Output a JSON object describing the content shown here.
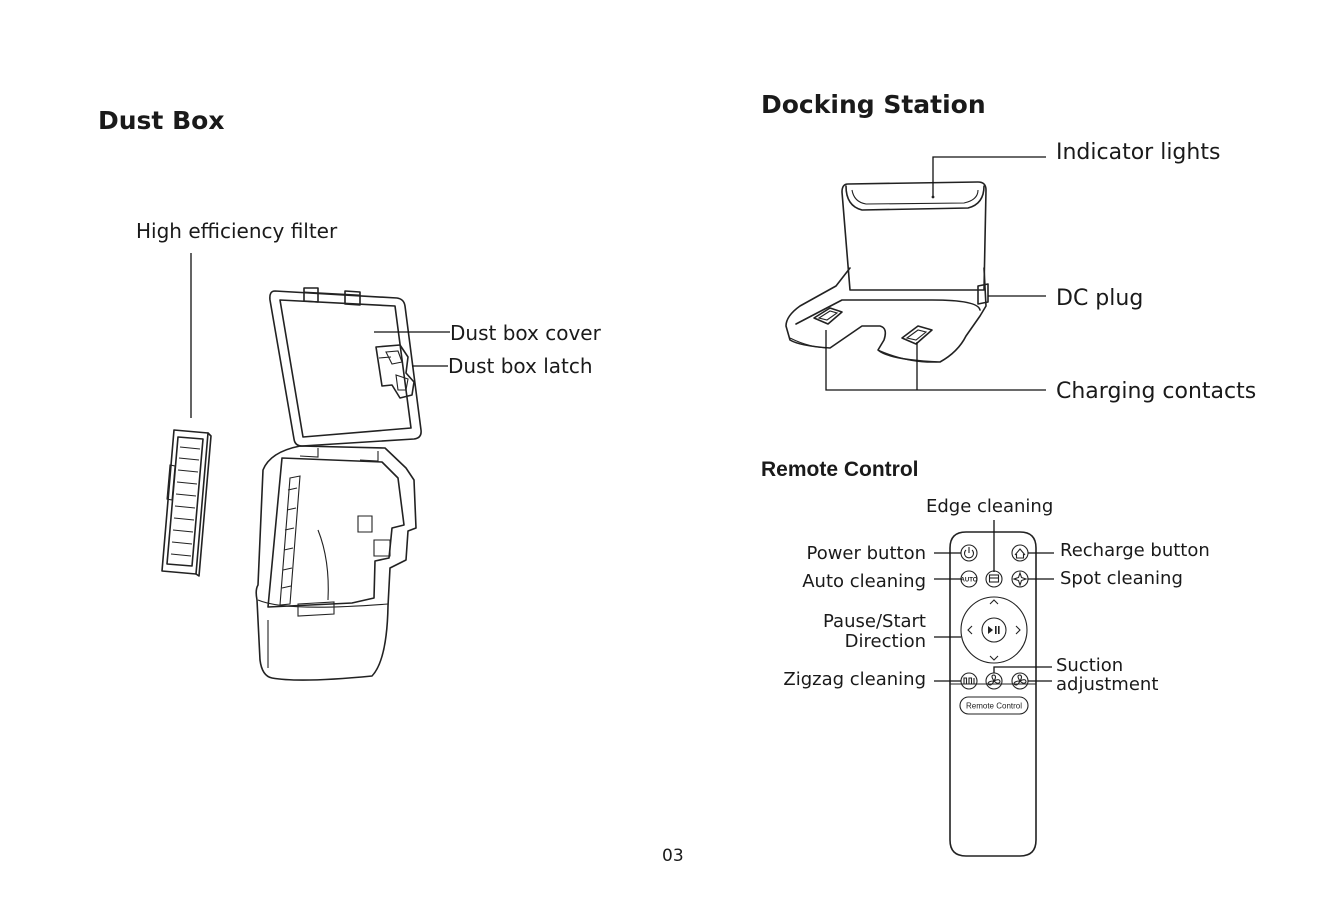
{
  "dust_box": {
    "title": "Dust Box",
    "labels": {
      "filter": "High efficiency filter",
      "cover": "Dust box cover",
      "latch": "Dust box latch"
    }
  },
  "docking_station": {
    "title": "Docking Station",
    "labels": {
      "indicator": "Indicator lights",
      "dc_plug": "DC plug",
      "contacts": "Charging contacts"
    }
  },
  "remote_control": {
    "title": "Remote Control",
    "device_label": "Remote Control",
    "labels": {
      "edge": "Edge cleaning",
      "power": "Power button",
      "auto": "Auto cleaning",
      "recharge": "Recharge button",
      "spot": "Spot cleaning",
      "pause_start": "Pause/Start",
      "direction": "Direction",
      "zigzag": "Zigzag cleaning",
      "suction_1": "Suction",
      "suction_2": "adjustment"
    },
    "button_glyphs": {
      "auto": "AUTO"
    }
  },
  "page": {
    "number": "03"
  },
  "icons": {
    "power": "power-icon",
    "edge": "edge-cleaning-icon",
    "recharge": "home-icon",
    "spot": "spot-icon",
    "play_pause": "play-pause-icon",
    "zigzag": "zigzag-icon",
    "fan": "fan-icon"
  }
}
